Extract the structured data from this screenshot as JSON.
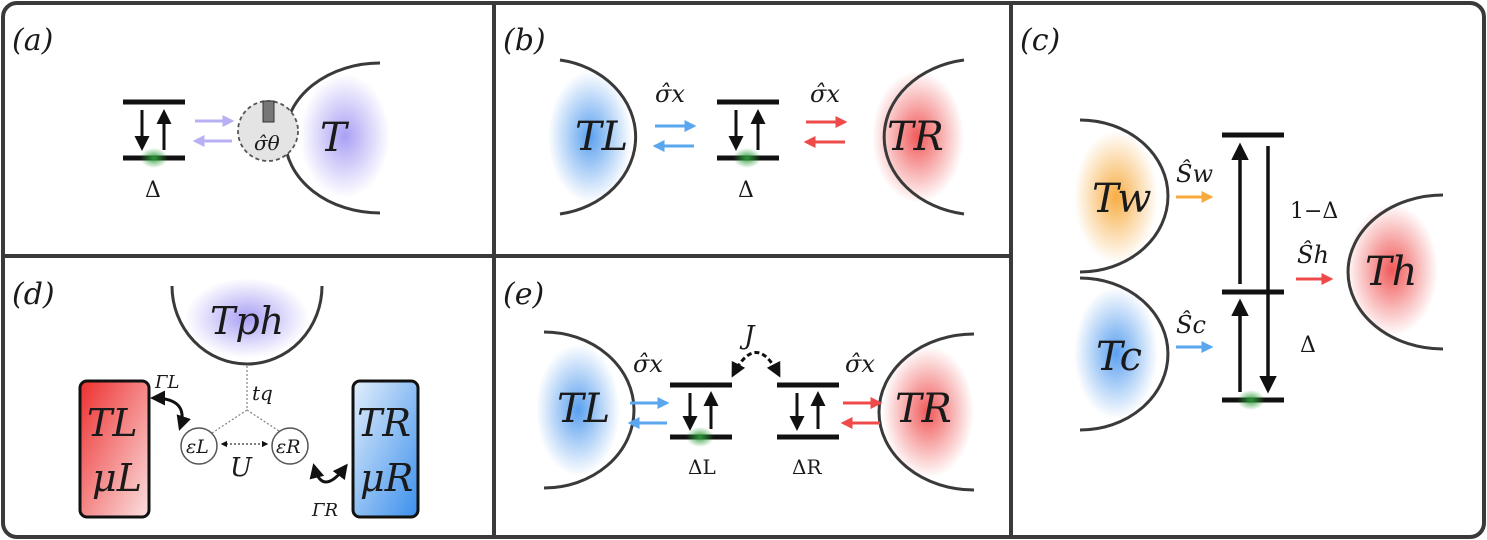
{
  "panels": {
    "a": {
      "label": "(a)",
      "bath": "T",
      "gap": "Δ",
      "demon": "σ̂θ"
    },
    "b": {
      "label": "(b)",
      "bath_left": "TL",
      "bath_right": "TR",
      "coupling_left": "σ̂x",
      "coupling_right": "σ̂x",
      "gap": "Δ"
    },
    "c": {
      "label": "(c)",
      "bath_w": "Tw",
      "bath_c": "Tc",
      "bath_h": "Th",
      "op_w": "Ŝw",
      "op_c": "Ŝc",
      "op_h": "Ŝh",
      "gap_top": "1−Δ",
      "gap_bottom": "Δ"
    },
    "d": {
      "label": "(d)",
      "bath_ph": "Tph",
      "lead_left_T": "TL",
      "lead_left_mu": "μL",
      "lead_right_T": "TR",
      "lead_right_mu": "μR",
      "rate_left": "ΓL",
      "rate_right": "ΓR",
      "hopping": "tq",
      "dot_left": "εL",
      "dot_right": "εR",
      "interaction": "U"
    },
    "e": {
      "label": "(e)",
      "bath_left": "TL",
      "bath_right": "TR",
      "coupling_left": "σ̂x",
      "coupling_right": "σ̂x",
      "exchange": "J",
      "gap_left": "ΔL",
      "gap_right": "ΔR"
    }
  },
  "colors": {
    "hot": "#ef4a4a",
    "cold": "#5aa6ef",
    "work": "#f6ab3c",
    "purple": "#8c80f0",
    "green": "#2e9e3a",
    "frame": "#3a3a3a"
  }
}
